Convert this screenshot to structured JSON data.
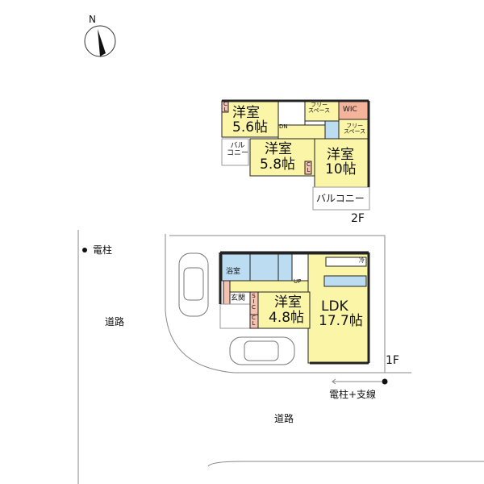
{
  "compass": {
    "label": "N",
    "icon": "north-arrow-icon"
  },
  "colors": {
    "room": "#fbf5a8",
    "wet": "#bcdcf2",
    "closet": "#f3c2b0",
    "wic": "#f4b49c",
    "wall": "#222222",
    "line": "#888888"
  },
  "floor2": {
    "label": "2F",
    "rooms": [
      {
        "name": "洋室",
        "size": "5.6帖"
      },
      {
        "name": "洋室",
        "size": "5.8帖"
      },
      {
        "name": "洋室",
        "size": "10帖"
      }
    ],
    "free_space_1": "フリー\nスペース",
    "free_space_2": "フリー\nスペース",
    "wic": "WIC",
    "balcony_small": "バル\nコニー",
    "balcony_large": "バルコニー",
    "stairs": "DN",
    "closet_1": "C\nL",
    "closet_2": "C\nL"
  },
  "floor1": {
    "label": "1F",
    "bath": "浴室",
    "entrance": "玄関",
    "sic": "S\nI\nC",
    "cl": "C\nL",
    "stairs": "UP",
    "room": {
      "name": "洋室",
      "size": "4.8帖"
    },
    "ldk": {
      "name": "LDK",
      "size": "17.7帖"
    },
    "fridge": "冷"
  },
  "surroundings": {
    "pole_left": "電柱",
    "road_left": "道路",
    "road_bottom": "道路",
    "pole_guy": "電柱+支線"
  }
}
